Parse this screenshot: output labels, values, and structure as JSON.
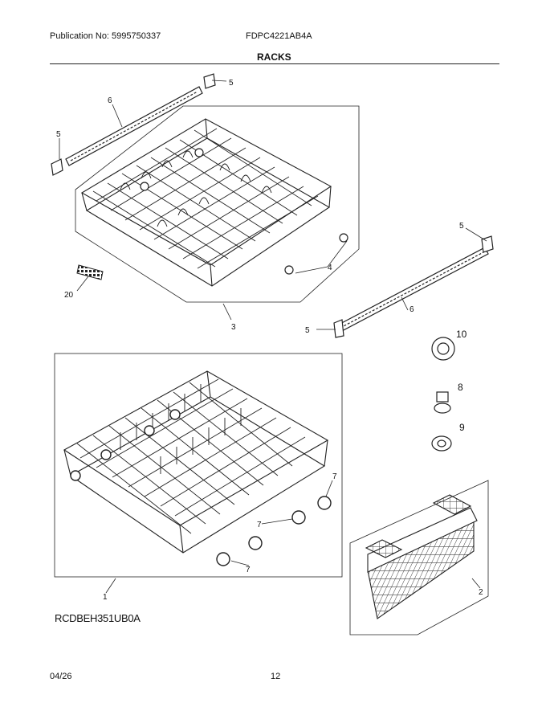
{
  "header": {
    "publication": "Publication No: 5995750337",
    "model": "FDPC4221AB4A",
    "section_title": "RACKS"
  },
  "diagram": {
    "callouts": {
      "upper_rack": "3",
      "lower_rack": "1",
      "basket": "2",
      "wheel_upper": "4",
      "wheel_lower": "7",
      "end_cap": "5",
      "rail": "6",
      "cap_10": "10",
      "cap_8": "8",
      "cap_9": "9",
      "bracket": "20"
    },
    "code": "RCDBEH351UB0A"
  },
  "footer": {
    "date": "04/26",
    "page": "12"
  }
}
